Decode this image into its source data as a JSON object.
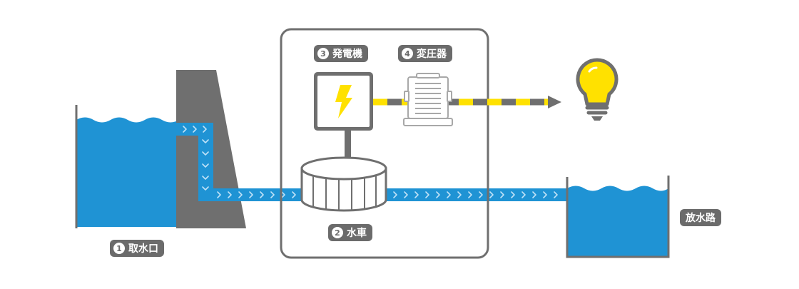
{
  "labels": {
    "intake": {
      "num": "1",
      "text": "取水口"
    },
    "turbine": {
      "num": "2",
      "text": "水車"
    },
    "generator": {
      "num": "3",
      "text": "発電機"
    },
    "transformer": {
      "num": "4",
      "text": "変圧器"
    },
    "outlet": {
      "text": "放水路"
    }
  },
  "colors": {
    "water": "#1f93d4",
    "structure": "#6f6f6f",
    "label_bg": "#6b6b6b",
    "flow_chevron": "#bfe2f7",
    "bolt": "#ffe100",
    "bulb": "#ffe100",
    "cable_dash": "#ffe100"
  },
  "icons": [
    "lightning-bolt-icon",
    "light-bulb-icon",
    "arrow-right-icon"
  ]
}
